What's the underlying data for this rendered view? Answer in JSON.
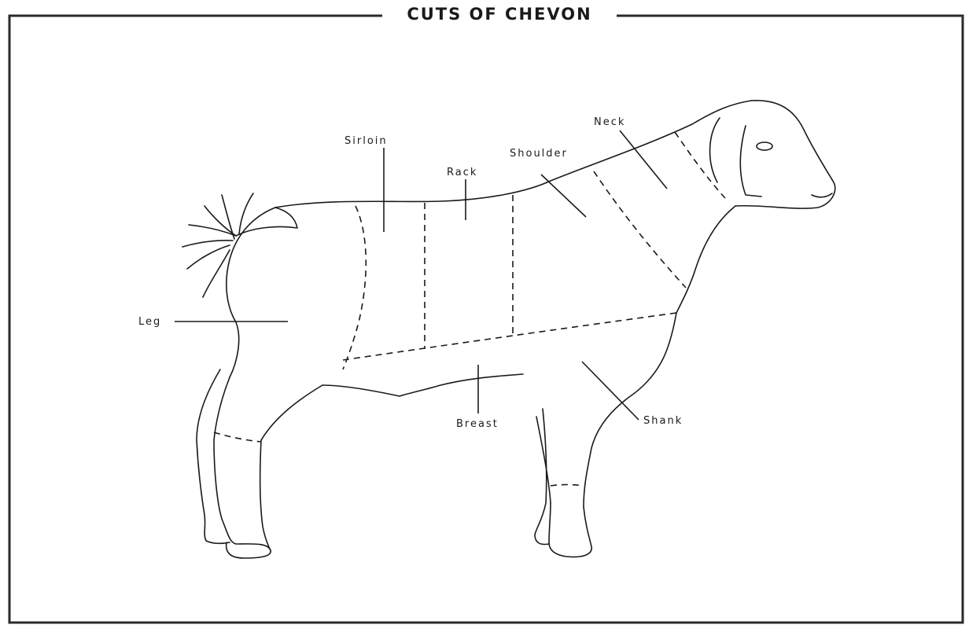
{
  "title": "CUTS OF CHEVON",
  "labels": {
    "sirloin": "Sirloin",
    "rack": "Rack",
    "shoulder": "Shoulder",
    "neck": "Neck",
    "leg": "Leg",
    "breast": "Breast",
    "shank": "Shank"
  },
  "colors": {
    "ink": "#1a1a1a",
    "paper": "#ffffff"
  }
}
